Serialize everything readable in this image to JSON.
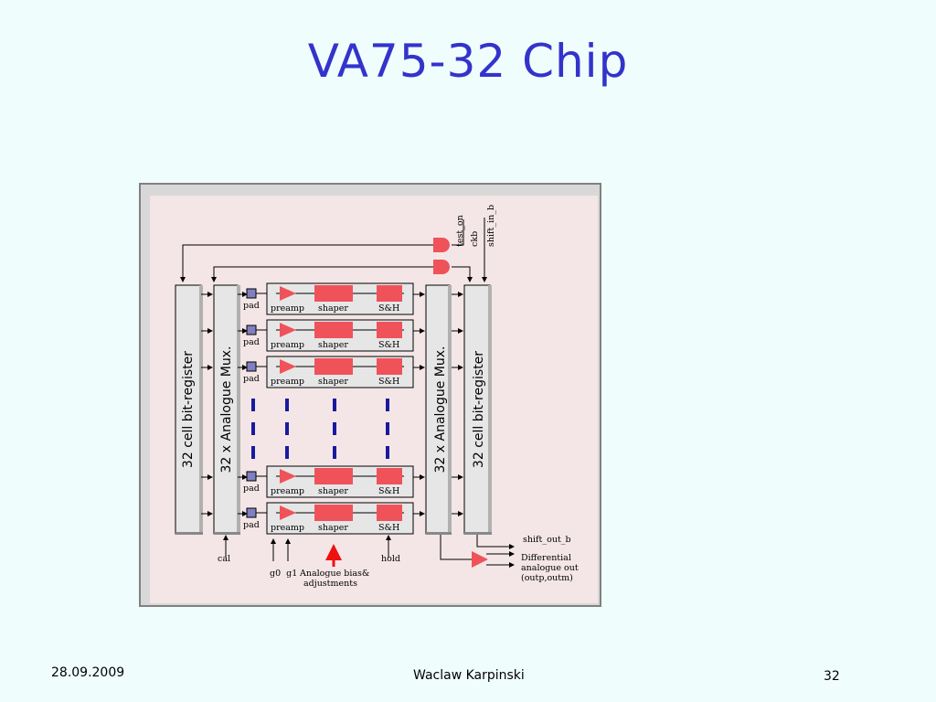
{
  "slide": {
    "title": "VA75-32 Chip",
    "date": "28.09.2009",
    "author": "Waclaw Karpinski",
    "page_number": "32"
  },
  "diagram": {
    "left_register_label": "32 cell bit-register",
    "left_mux_label": "32  x Analogue Mux.",
    "right_mux_label": "32  x Analogue Mux.",
    "right_register_label": "32 cell bit-register",
    "channel": {
      "pad_label": "pad",
      "preamp_label": "preamp",
      "shaper_label": "shaper",
      "sh_label": "S&H"
    },
    "top_signals": {
      "test_on": "test_on",
      "ckb": "ckb",
      "shift_in_b": "shift_in_b"
    },
    "bottom_inputs": {
      "cal": "cal",
      "gains": "g0  g1",
      "bias": "Analogue bias&",
      "adjustments": "adjustments",
      "hold": "hold"
    },
    "outputs": {
      "shift_out": "shift_out_b",
      "diff_out_line1": "Differential",
      "diff_out_line2": "analogue out",
      "diff_out_line3": "(outp,outm)"
    },
    "colors": {
      "title": "#3333cc",
      "block_red": "#f0525a",
      "dots_blue": "#1a1aa0",
      "pad_fill": "#8080c0",
      "panel_bg": "#f4e6e6"
    }
  }
}
